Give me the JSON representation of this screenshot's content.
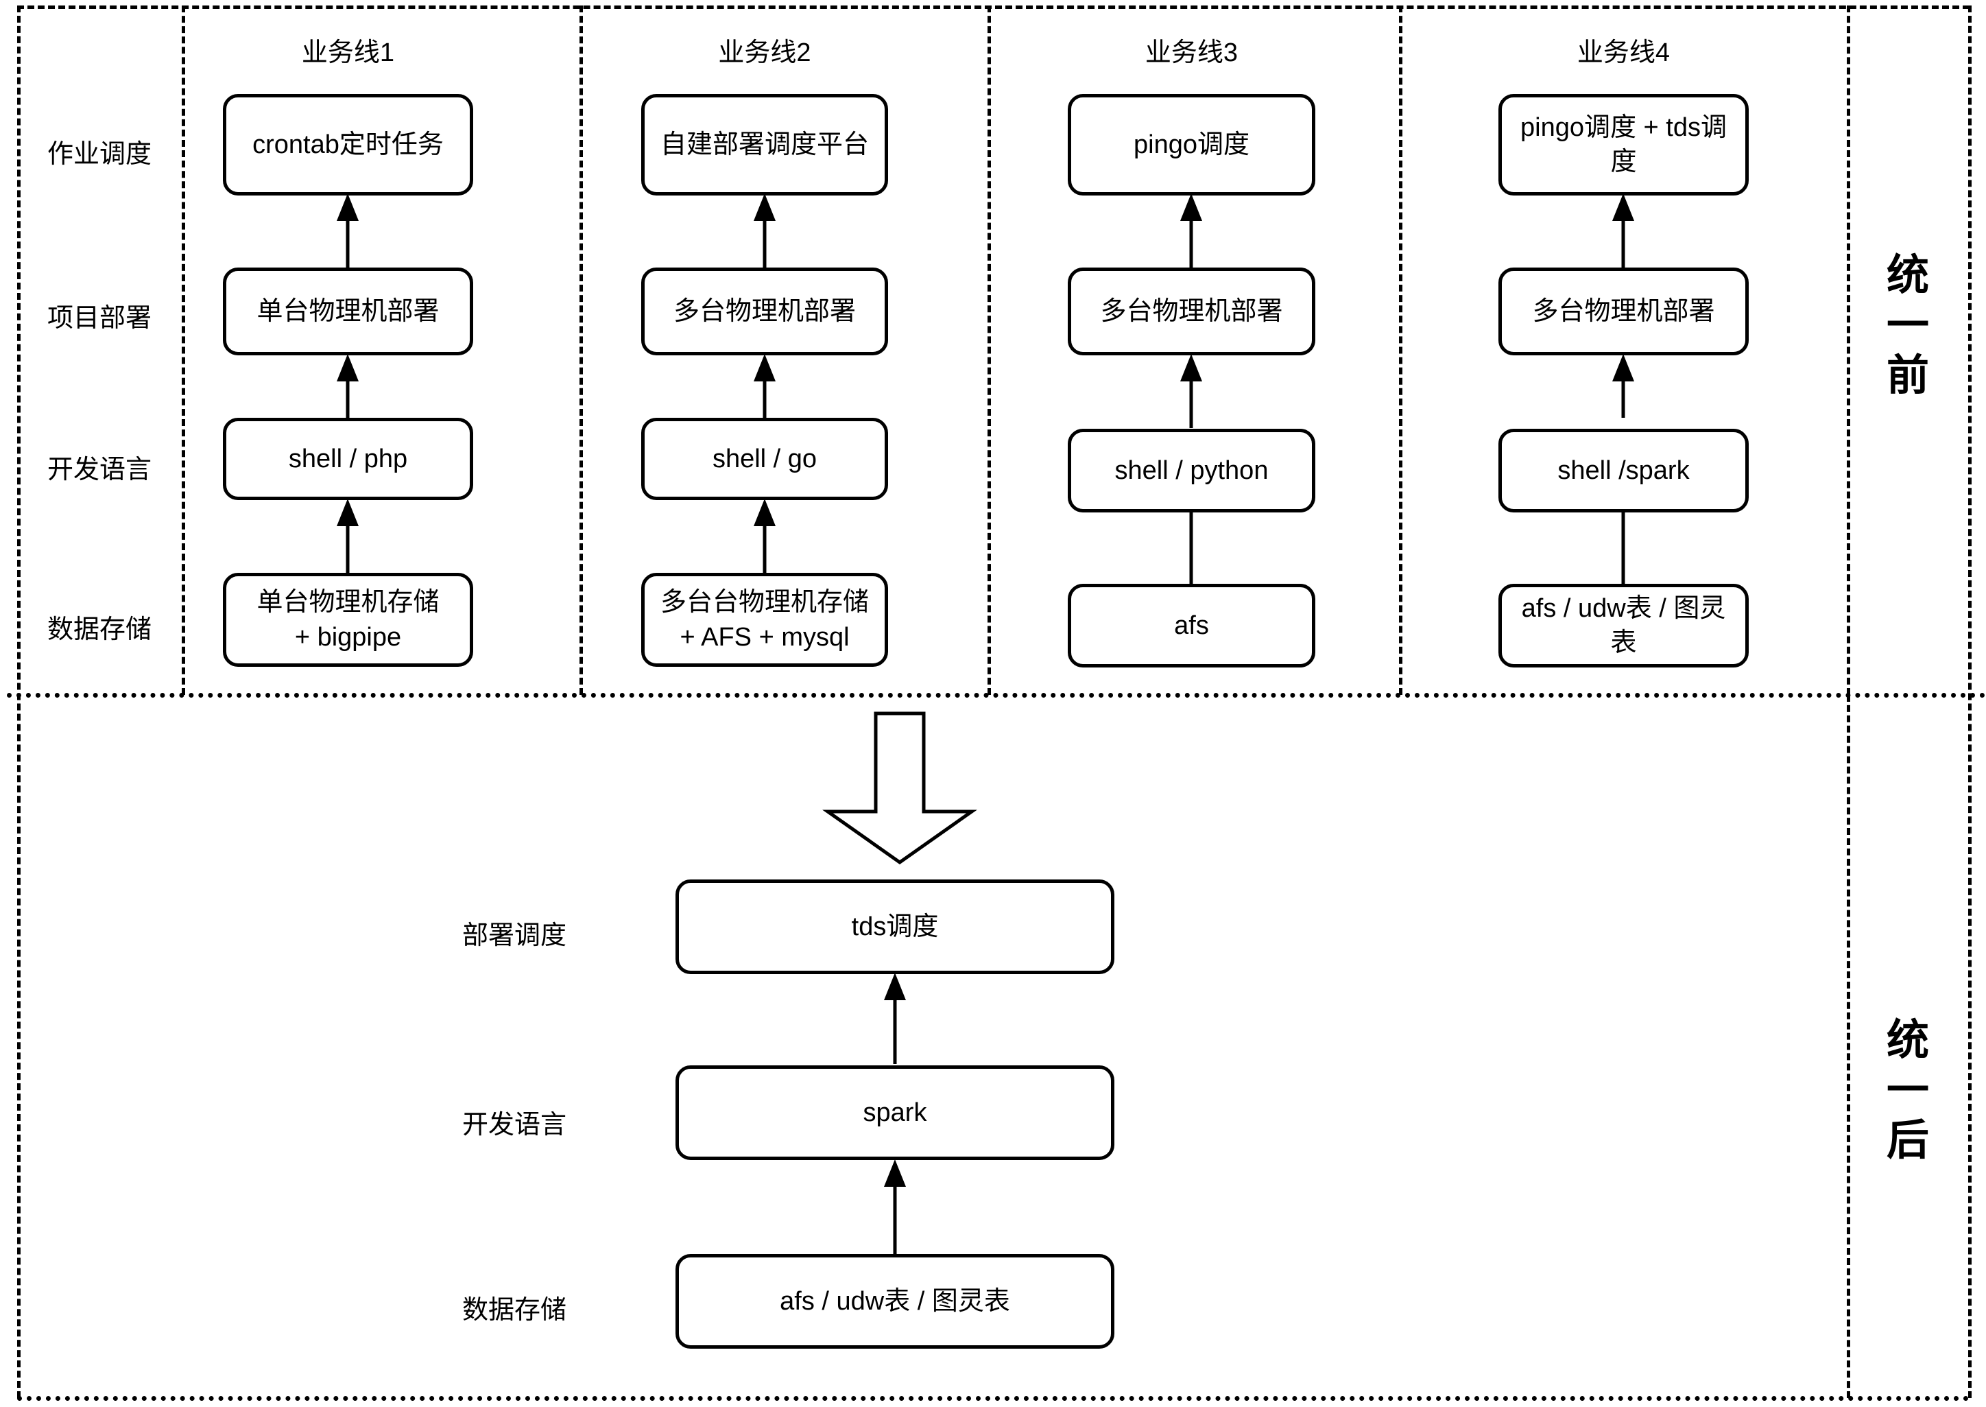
{
  "diagram": {
    "sections": [
      {
        "id": "before",
        "label": "统一前"
      },
      {
        "id": "after",
        "label": "统一后"
      }
    ],
    "before": {
      "row_labels": [
        {
          "id": "job-scheduling",
          "label": "作业调度"
        },
        {
          "id": "project-deploy",
          "label": "项目部署"
        },
        {
          "id": "dev-language",
          "label": "开发语言"
        },
        {
          "id": "data-storage",
          "label": "数据存储"
        }
      ],
      "columns": [
        {
          "id": "line1",
          "header": "业务线1",
          "nodes": [
            {
              "row": "job-scheduling",
              "text": "crontab定时任务"
            },
            {
              "row": "project-deploy",
              "text": "单台物理机部署"
            },
            {
              "row": "dev-language",
              "text": "shell / php"
            },
            {
              "row": "data-storage",
              "text_line1": "单台物理机存储",
              "text_line2": "+ bigpipe"
            }
          ],
          "connectors": [
            {
              "from": "project-deploy",
              "to": "job-scheduling",
              "arrowhead": true
            },
            {
              "from": "dev-language",
              "to": "project-deploy",
              "arrowhead": true
            },
            {
              "from": "data-storage",
              "to": "dev-language",
              "arrowhead": true
            }
          ]
        },
        {
          "id": "line2",
          "header": "业务线2",
          "nodes": [
            {
              "row": "job-scheduling",
              "text": "自建部署调度平台"
            },
            {
              "row": "project-deploy",
              "text": "多台物理机部署"
            },
            {
              "row": "dev-language",
              "text": "shell / go"
            },
            {
              "row": "data-storage",
              "text_line1": "多台台物理机存储",
              "text_line2": "+ AFS + mysql"
            }
          ],
          "connectors": [
            {
              "from": "project-deploy",
              "to": "job-scheduling",
              "arrowhead": true
            },
            {
              "from": "dev-language",
              "to": "project-deploy",
              "arrowhead": true
            },
            {
              "from": "data-storage",
              "to": "dev-language",
              "arrowhead": true
            }
          ]
        },
        {
          "id": "line3",
          "header": "业务线3",
          "nodes": [
            {
              "row": "job-scheduling",
              "text": "pingo调度"
            },
            {
              "row": "project-deploy",
              "text": "多台物理机部署"
            },
            {
              "row": "dev-language",
              "text": "shell / python"
            },
            {
              "row": "data-storage",
              "text": "afs"
            }
          ],
          "connectors": [
            {
              "from": "project-deploy",
              "to": "job-scheduling",
              "arrowhead": true
            },
            {
              "from": "dev-language",
              "to": "project-deploy",
              "arrowhead": true
            },
            {
              "from": "data-storage",
              "to": "dev-language",
              "arrowhead": false
            }
          ]
        },
        {
          "id": "line4",
          "header": "业务线4",
          "nodes": [
            {
              "row": "job-scheduling",
              "text": "pingo调度 + tds调度"
            },
            {
              "row": "project-deploy",
              "text": "多台物理机部署"
            },
            {
              "row": "dev-language",
              "text": "shell /spark"
            },
            {
              "row": "data-storage",
              "text": "afs / udw表 / 图灵表"
            }
          ],
          "connectors": [
            {
              "from": "project-deploy",
              "to": "job-scheduling",
              "arrowhead": true
            },
            {
              "from": "dev-language",
              "to": "project-deploy",
              "arrowhead": true
            },
            {
              "from": "data-storage",
              "to": "dev-language",
              "arrowhead": false
            }
          ]
        }
      ]
    },
    "after": {
      "row_labels": [
        {
          "id": "deploy-scheduling",
          "label": "部署调度"
        },
        {
          "id": "dev-language",
          "label": "开发语言"
        },
        {
          "id": "data-storage",
          "label": "数据存储"
        }
      ],
      "nodes": [
        {
          "row": "deploy-scheduling",
          "text": "tds调度"
        },
        {
          "row": "dev-language",
          "text": "spark"
        },
        {
          "row": "data-storage",
          "text": "afs / udw表 / 图灵表"
        }
      ],
      "connectors": [
        {
          "from": "dev-language",
          "to": "deploy-scheduling",
          "arrowhead": true
        },
        {
          "from": "data-storage",
          "to": "dev-language",
          "arrowhead": true
        }
      ],
      "transition_arrow": "down-block-arrow"
    },
    "colors": {
      "stroke": "#000000",
      "fill": "#ffffff",
      "text": "#000000"
    }
  }
}
